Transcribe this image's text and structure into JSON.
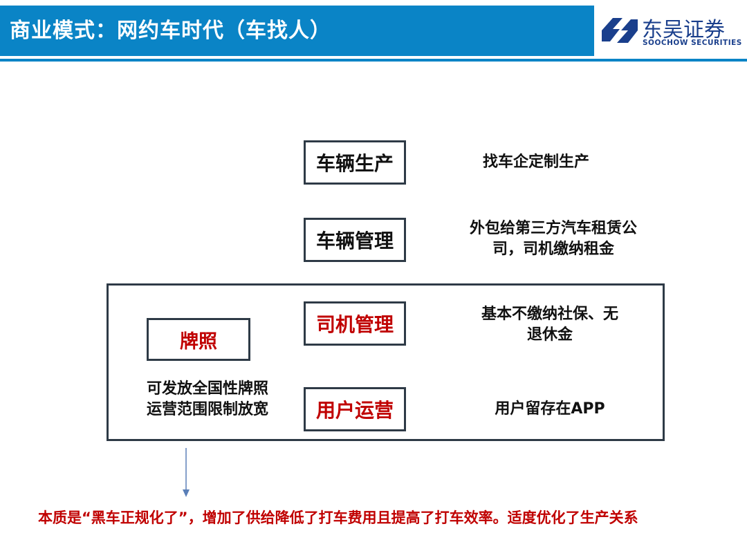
{
  "header": {
    "title": "商业模式：网约车时代（车找人）",
    "logo_cn": "东吴证券",
    "logo_en": "SOOCHOW SECURITIES"
  },
  "stack": [
    {
      "label": "车辆生产",
      "desc_lines": [
        "找车企定制生产"
      ]
    },
    {
      "label": "车辆管理",
      "desc_lines": [
        "外包给第三方汽车租赁公",
        "司，司机缴纳租金"
      ]
    },
    {
      "label": "司机管理",
      "desc_lines": [
        "基本不缴纳社保、无",
        "退休金"
      ]
    },
    {
      "label": "用户运营",
      "desc_lines": [
        "用户留存在APP"
      ]
    }
  ],
  "license": {
    "label": "牌照",
    "desc_lines": [
      "可发放全国性牌照",
      "运营范围限制放宽"
    ]
  },
  "footer": "本质是“黑车正规化了”，增加了供给降低了打车费用且提高了打车效率。适度优化了生产关系",
  "colors": {
    "header_blue": "#0a84c6",
    "emphasis_red": "#c00000",
    "box_border": "#2e3a46",
    "logo_navy": "#1a3f8c"
  }
}
